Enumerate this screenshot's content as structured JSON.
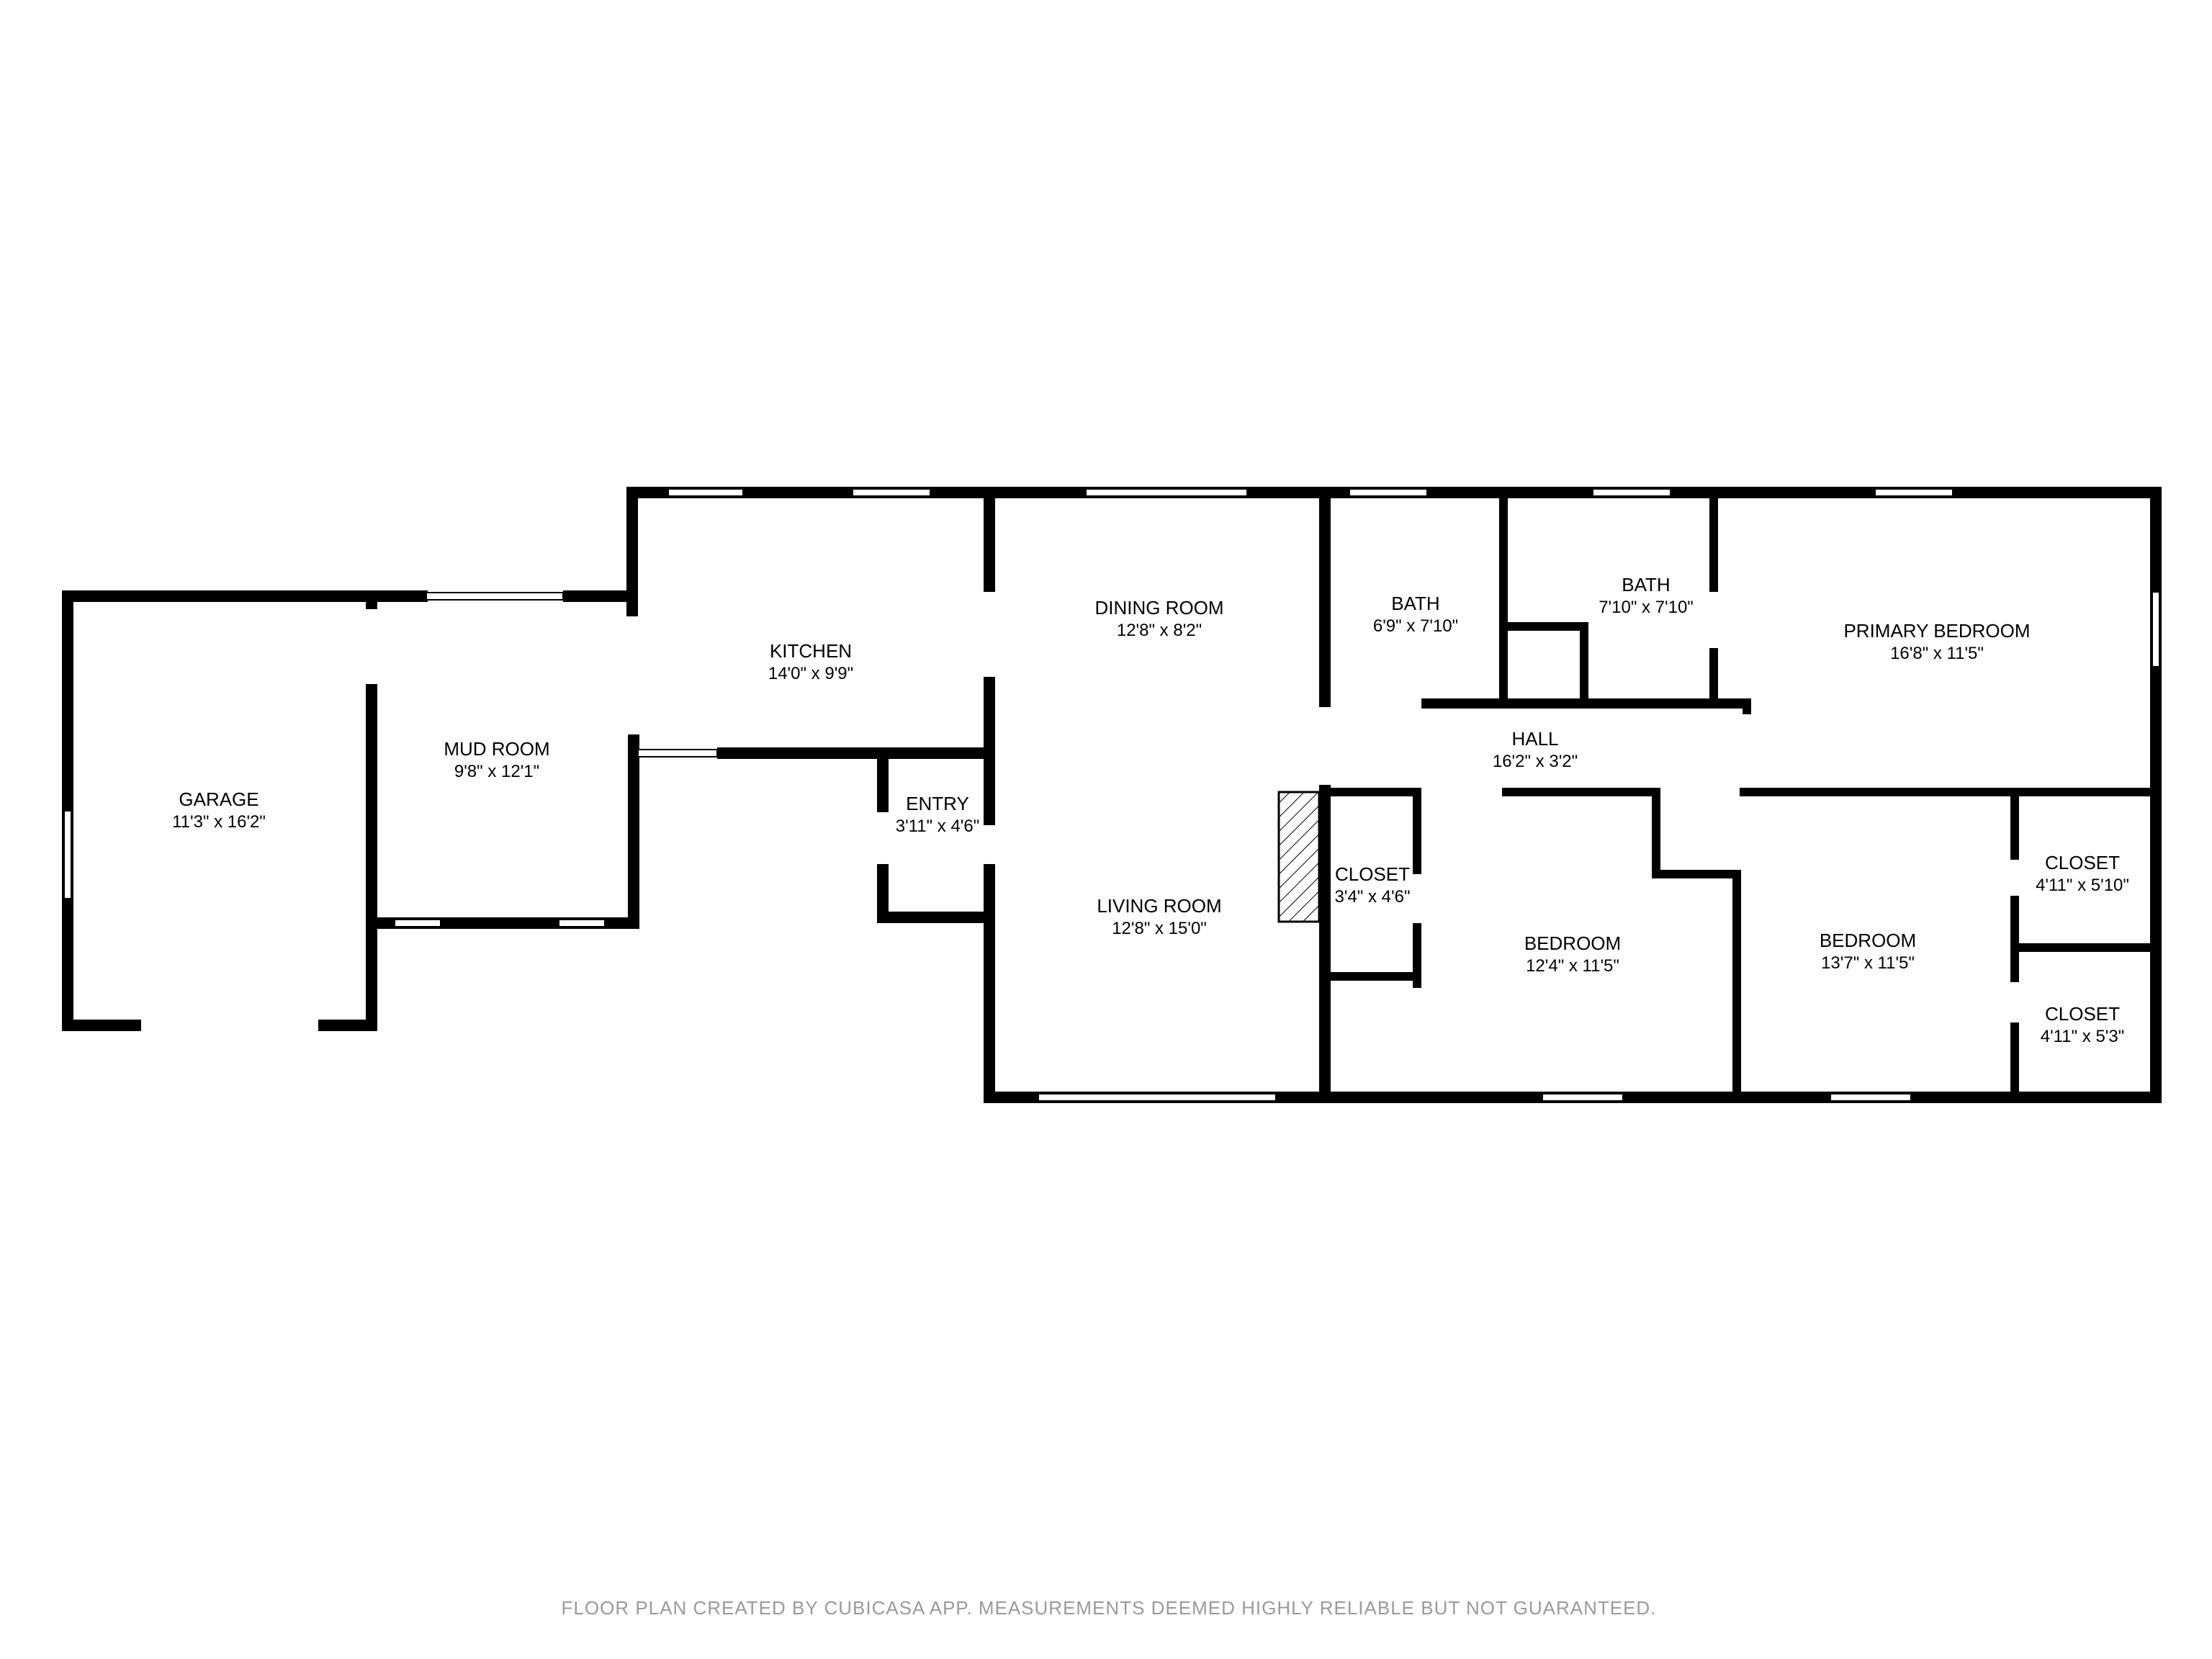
{
  "rooms": {
    "garage": {
      "name": "GARAGE",
      "dim": "11'3\" x 16'2\""
    },
    "mud_room": {
      "name": "MUD ROOM",
      "dim": "9'8\" x 12'1\""
    },
    "kitchen": {
      "name": "KITCHEN",
      "dim": "14'0\" x 9'9\""
    },
    "entry": {
      "name": "ENTRY",
      "dim": "3'11\" x 4'6\""
    },
    "dining_room": {
      "name": "DINING ROOM",
      "dim": "12'8\" x 8'2\""
    },
    "living_room": {
      "name": "LIVING ROOM",
      "dim": "12'8\" x 15'0\""
    },
    "bath_1": {
      "name": "BATH",
      "dim": "6'9\" x 7'10\""
    },
    "bath_2": {
      "name": "BATH",
      "dim": "7'10\" x 7'10\""
    },
    "primary_bedroom": {
      "name": "PRIMARY BEDROOM",
      "dim": "16'8\" x 11'5\""
    },
    "hall": {
      "name": "HALL",
      "dim": "16'2\" x 3'2\""
    },
    "closet_1": {
      "name": "CLOSET",
      "dim": "3'4\" x 4'6\""
    },
    "bedroom_1": {
      "name": "BEDROOM",
      "dim": "12'4\" x 11'5\""
    },
    "bedroom_2": {
      "name": "BEDROOM",
      "dim": "13'7\" x 11'5\""
    },
    "closet_2": {
      "name": "CLOSET",
      "dim": "4'11\" x 5'10\""
    },
    "closet_3": {
      "name": "CLOSET",
      "dim": "4'11\" x 5'3\""
    }
  },
  "footer": "FLOOR PLAN CREATED BY CUBICASA APP. MEASUREMENTS DEEMED HIGHLY RELIABLE BUT NOT GUARANTEED.",
  "colors": {
    "wall": "#000000",
    "window": "#ffffff",
    "footer_text": "#9a9a9a"
  }
}
